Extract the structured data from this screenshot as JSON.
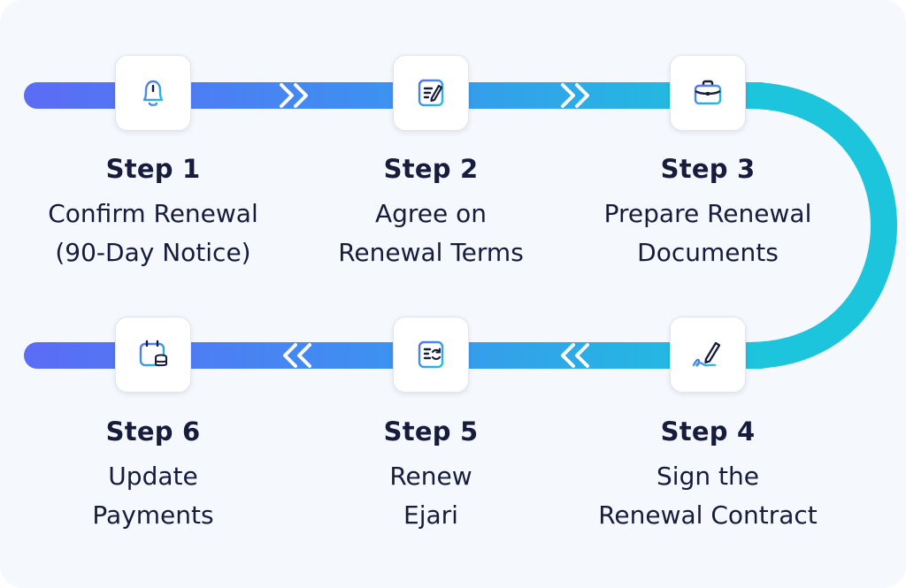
{
  "colors": {
    "track_start": "#5b6cf5",
    "track_end": "#1cc4dc",
    "text": "#171c3d",
    "background": "#f5f8fd"
  },
  "steps": [
    {
      "title": "Step 1",
      "line1": "Confirm Renewal",
      "line2": "(90-Day Notice)",
      "icon": "bell-icon"
    },
    {
      "title": "Step 2",
      "line1": "Agree on",
      "line2": "Renewal Terms",
      "icon": "edit-document-icon"
    },
    {
      "title": "Step 3",
      "line1": "Prepare Renewal",
      "line2": "Documents",
      "icon": "briefcase-icon"
    },
    {
      "title": "Step 4",
      "line1": "Sign the",
      "line2": "Renewal Contract",
      "icon": "signature-pen-icon"
    },
    {
      "title": "Step 5",
      "line1": "Renew",
      "line2": "Ejari",
      "icon": "document-refresh-icon"
    },
    {
      "title": "Step 6",
      "line1": "Update",
      "line2": "Payments",
      "icon": "calendar-coins-icon"
    }
  ]
}
